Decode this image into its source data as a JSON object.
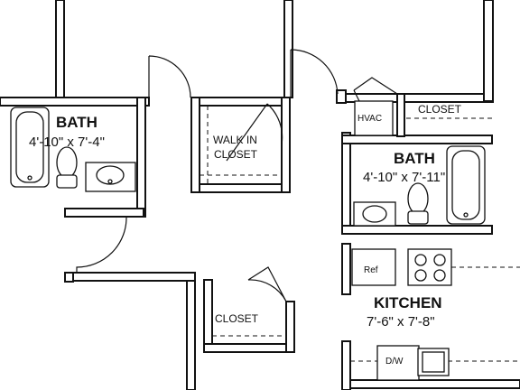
{
  "rooms": {
    "bath_left": {
      "name": "BATH",
      "dims": "4'-10\" x 7'-4\""
    },
    "walk_in_closet": {
      "line1": "WALK IN",
      "line2": "CLOSET"
    },
    "hvac": {
      "label": "HVAC"
    },
    "closet_top_right": {
      "label": "CLOSET"
    },
    "bath_right": {
      "name": "BATH",
      "dims": "4'-10\" x 7'-11\""
    },
    "kitchen": {
      "name": "KITCHEN",
      "dims": "7'-6\" x 7'-8\"",
      "ref_label": "Ref",
      "dw_label": "D/W"
    },
    "closet_lower": {
      "label": "CLOSET"
    }
  }
}
